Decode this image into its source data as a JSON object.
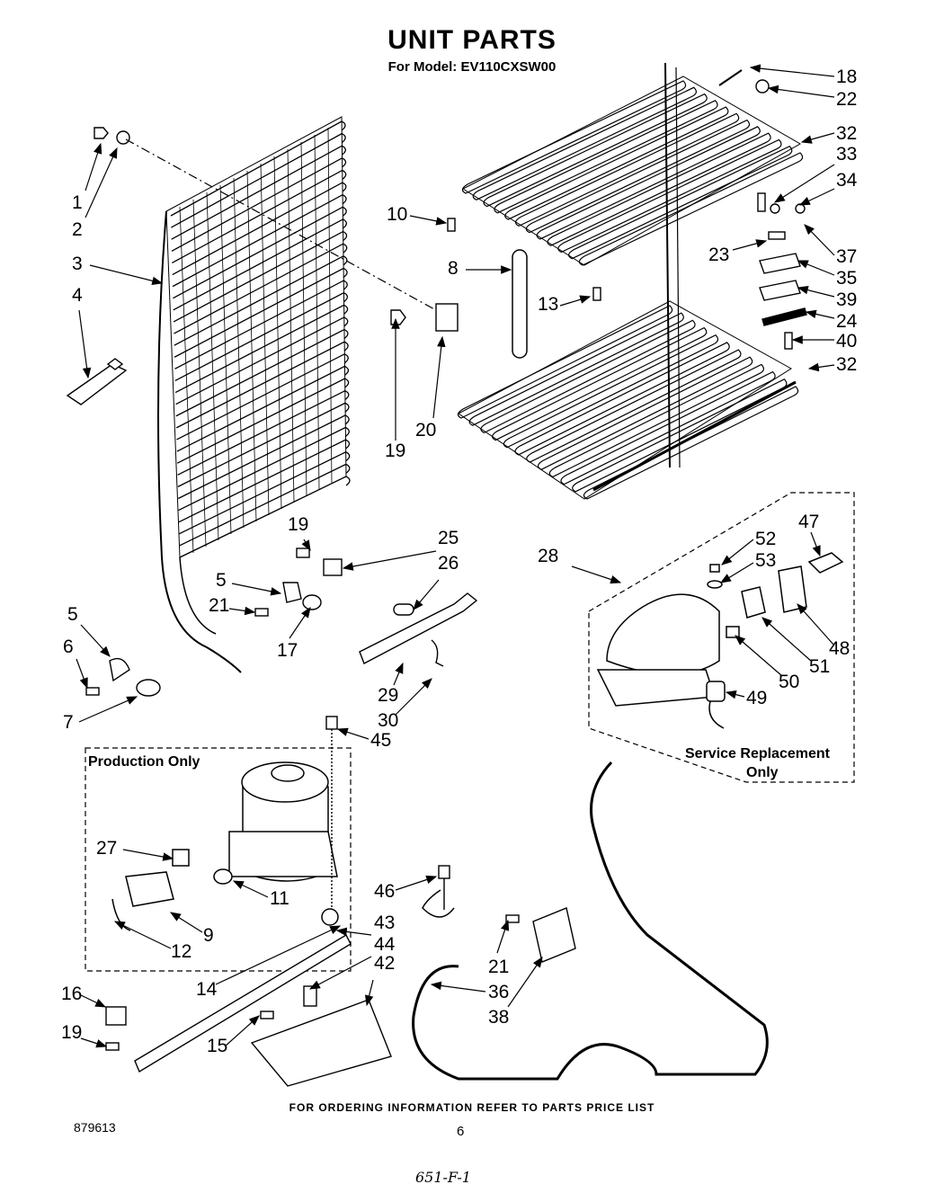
{
  "header": {
    "title": "UNIT PARTS",
    "model": "For Model: EV110CXSW00"
  },
  "boxes": {
    "production_only": "Production Only",
    "service_line1": "Service Replacement",
    "service_line2": "Only"
  },
  "callouts": {
    "n1": "1",
    "n2": "2",
    "n3": "3",
    "n4": "4",
    "n5a": "5",
    "n5b": "5",
    "n6": "6",
    "n7": "7",
    "n8": "8",
    "n9": "9",
    "n10": "10",
    "n11": "11",
    "n12": "12",
    "n13": "13",
    "n14": "14",
    "n15": "15",
    "n16": "16",
    "n17": "17",
    "n18": "18",
    "n19a": "19",
    "n19b": "19",
    "n19c": "19",
    "n20": "20",
    "n21a": "21",
    "n21b": "21",
    "n22": "22",
    "n23": "23",
    "n24": "24",
    "n25": "25",
    "n26": "26",
    "n27": "27",
    "n28": "28",
    "n29": "29",
    "n30": "30",
    "n32a": "32",
    "n32b": "32",
    "n33": "33",
    "n34": "34",
    "n35": "35",
    "n36": "36",
    "n37": "37",
    "n38": "38",
    "n39": "39",
    "n40": "40",
    "n42": "42",
    "n43": "43",
    "n44": "44",
    "n45": "45",
    "n46": "46",
    "n47": "47",
    "n48": "48",
    "n49": "49",
    "n50": "50",
    "n51": "51",
    "n52": "52",
    "n53": "53"
  },
  "footer": {
    "ordering_note": "FOR ORDERING INFORMATION REFER TO PARTS PRICE LIST",
    "doc_number": "879613",
    "page_number": "6",
    "handwritten_note": "651-F-1"
  }
}
